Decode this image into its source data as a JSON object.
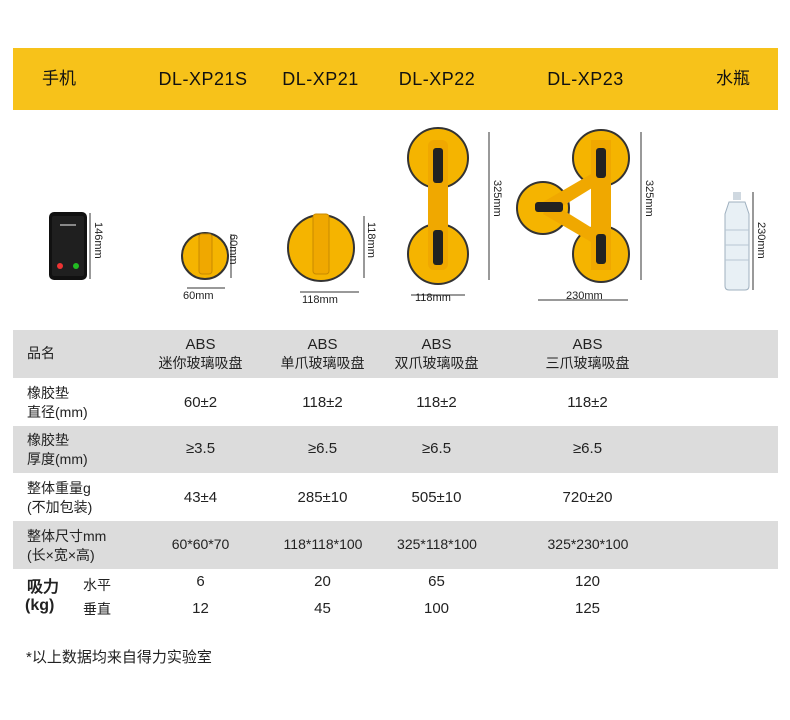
{
  "header": {
    "phone": "手机",
    "models": [
      "DL-XP21S",
      "DL-XP21",
      "DL-XP22",
      "DL-XP23"
    ],
    "bottle": "水瓶"
  },
  "dimensions": {
    "phone_h": "146mm",
    "xp21s_w": "60mm",
    "xp21s_h": "60mm",
    "xp21_w": "118mm",
    "xp21_h": "118mm",
    "xp22_w": "118mm",
    "xp22_h": "325mm",
    "xp23_w": "230mm",
    "xp23_h": "325mm",
    "bottle_h": "230mm"
  },
  "rows": {
    "name": {
      "label": "品名",
      "values": [
        {
          "line1": "ABS",
          "line2": "迷你玻璃吸盘"
        },
        {
          "line1": "ABS",
          "line2": "单爪玻璃吸盘"
        },
        {
          "line1": "ABS",
          "line2": "双爪玻璃吸盘"
        },
        {
          "line1": "ABS",
          "line2": "三爪玻璃吸盘"
        }
      ]
    },
    "diameter": {
      "label1": "橡胶垫",
      "label2": "直径(mm)",
      "values": [
        "60±2",
        "118±2",
        "118±2",
        "118±2"
      ]
    },
    "thickness": {
      "label1": "橡胶垫",
      "label2": "厚度(mm)",
      "values": [
        "≥3.5",
        "≥6.5",
        "≥6.5",
        "≥6.5"
      ]
    },
    "weight": {
      "label1": "整体重量g",
      "label2": "(不加包装)",
      "values": [
        "43±4",
        "285±10",
        "505±10",
        "720±20"
      ]
    },
    "size": {
      "label1": "整体尺寸mm",
      "label2": "(长×宽×高)",
      "values": [
        "60*60*70",
        "118*118*100",
        "325*118*100",
        "325*230*100"
      ]
    },
    "force": {
      "label1": "吸力",
      "label2": "(kg)",
      "horizontal_label": "水平",
      "vertical_label": "垂直",
      "horizontal": [
        "6",
        "20",
        "65",
        "120"
      ],
      "vertical": [
        "12",
        "45",
        "100",
        "125"
      ]
    }
  },
  "note": "*以上数据均来自得力实验室",
  "colors": {
    "accent": "#f7c21a",
    "row_grey": "#dcdcdc",
    "suction_yellow": "#f5b400"
  }
}
